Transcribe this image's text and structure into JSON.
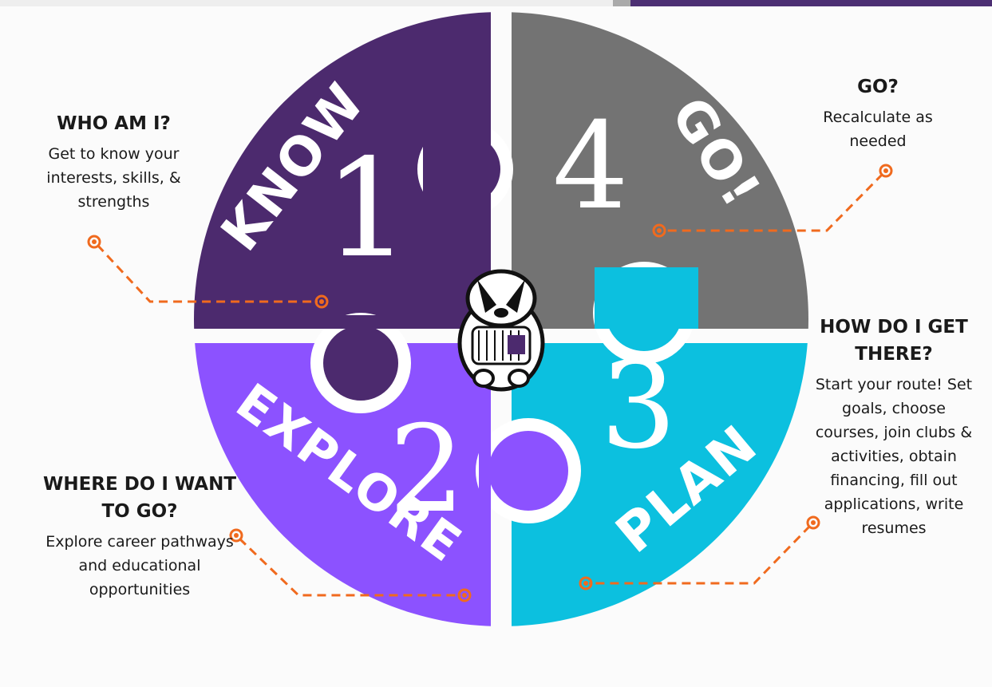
{
  "steps": [
    {
      "number": "1",
      "word": "KNOW",
      "heading": "WHO AM I?",
      "text": "Get to know your interests, skills, & strengths",
      "color": "#4c2a6e"
    },
    {
      "number": "2",
      "word": "EXPLORE",
      "heading": "WHERE DO I WANT TO GO?",
      "text": "Explore career pathways and educational opportunities",
      "color": "#8c52ff"
    },
    {
      "number": "3",
      "word": "PLAN",
      "heading": "HOW DO I GET THERE?",
      "text": "Start your route! Set goals, choose courses, join clubs & activities, obtain financing, fill out applications, write resumes",
      "color": "#0cc0df"
    },
    {
      "number": "4",
      "word": "GO!",
      "heading": "GO?",
      "text": "Recalculate as needed",
      "color": "#737373"
    }
  ],
  "accent_color": "#f06a1e",
  "center_icon": "badger-mascot-icon"
}
